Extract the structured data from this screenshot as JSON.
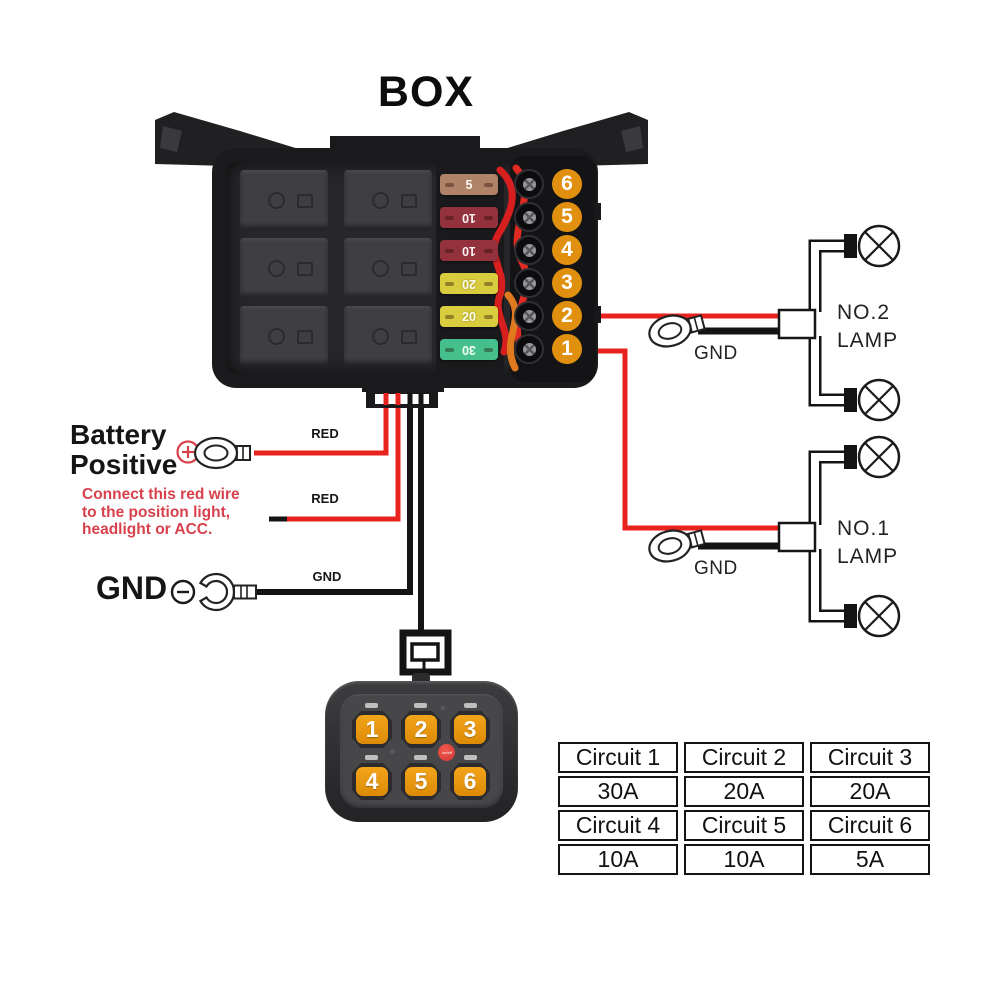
{
  "title": "BOX",
  "colors": {
    "wire_red": "#e8231e",
    "wire_black": "#141414",
    "terminal_orange": "#e0900e",
    "note_red": "#d8414c",
    "fuse_5": "#b08268",
    "fuse_10": "#93323c",
    "fuse_20": "#d9cc3e",
    "fuse_30": "#45c08d",
    "button_orange": "#e89112",
    "power_button_red": "#d23530"
  },
  "fuse_box": {
    "fuses": [
      "5",
      "10",
      "10",
      "20",
      "20",
      "30"
    ],
    "terminals": [
      "6",
      "5",
      "4",
      "3",
      "2",
      "1"
    ]
  },
  "battery": {
    "line1": "Battery",
    "line2": "Positive",
    "plus": "+"
  },
  "note": {
    "line1": "Connect this red wire",
    "line2": "to the position light,",
    "line3": "headlight or ACC."
  },
  "gnd_left": {
    "label": "GND",
    "minus": "−"
  },
  "wire_labels": {
    "red_top": "RED",
    "red_bottom": "RED",
    "gnd": "GND"
  },
  "circuit2": {
    "name": "NO.2",
    "type": "LAMP",
    "gnd_label": "GND"
  },
  "circuit1": {
    "name": "NO.1",
    "type": "LAMP",
    "gnd_label": "GND"
  },
  "switch_panel": {
    "buttons": [
      "1",
      "2",
      "3",
      "4",
      "5",
      "6"
    ],
    "power": "on/off"
  },
  "spec_table": {
    "rows": [
      [
        "Circuit 1",
        "Circuit 2",
        "Circuit 3"
      ],
      [
        "30A",
        "20A",
        "20A"
      ],
      [
        "Circuit 4",
        "Circuit 5",
        "Circuit 6"
      ],
      [
        "10A",
        "10A",
        "5A"
      ]
    ]
  }
}
